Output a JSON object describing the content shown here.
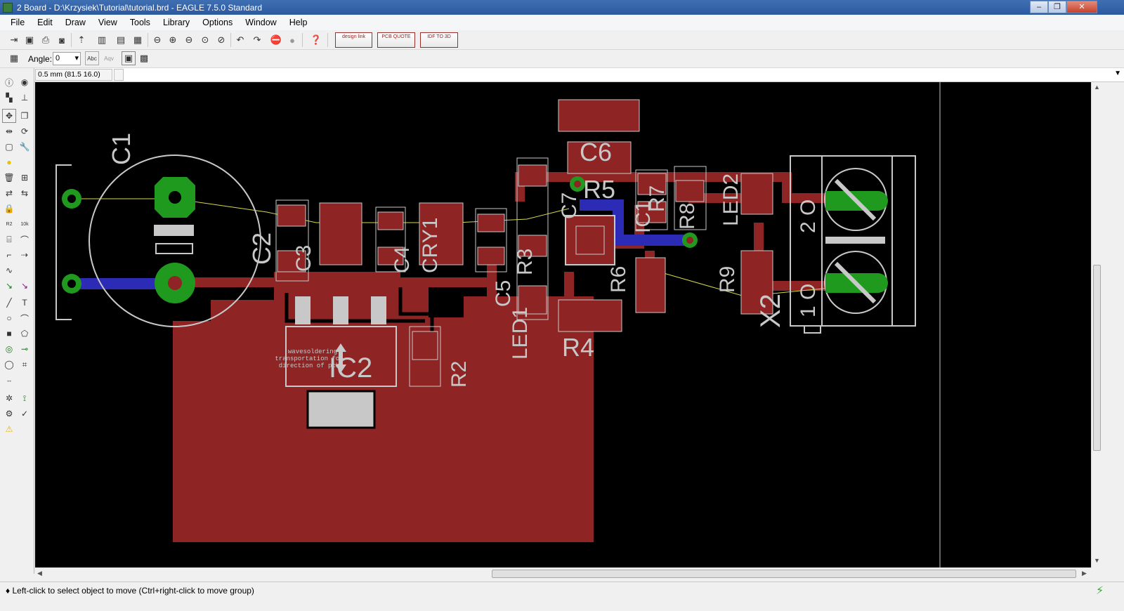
{
  "window": {
    "title": "2 Board - D:\\Krzysiek\\Tutorial\\tutorial.brd - EAGLE 7.5.0 Standard",
    "controls": [
      "minimize",
      "maximize",
      "close"
    ]
  },
  "menu": [
    "File",
    "Edit",
    "Draw",
    "View",
    "Tools",
    "Library",
    "Options",
    "Window",
    "Help"
  ],
  "toolbar": {
    "buttons": [
      "open-icon",
      "save-icon",
      "print-icon",
      "cam-icon",
      "script-icon",
      "ulp-icon",
      "sch-icon",
      "brd-icon",
      "zoom-fit-icon",
      "zoom-in-icon",
      "zoom-out-icon",
      "zoom-select-icon",
      "zoom-prev-icon",
      "undo-icon",
      "redo-icon",
      "stop-icon",
      "go-icon",
      "help-icon"
    ],
    "ext": [
      {
        "label": "design link",
        "name": "designlink"
      },
      {
        "label": "PCB QUOTE",
        "name": "pcb-quote"
      },
      {
        "label": "IDF TO 3D",
        "name": "idf-to-3d"
      }
    ]
  },
  "params": {
    "angle_label": "Angle:",
    "angle_value": "0"
  },
  "command": {
    "coord": "0.5 mm (81.5 16.0)",
    "value": ""
  },
  "board": {
    "labels": [
      {
        "text": "C1"
      },
      {
        "text": "C2"
      },
      {
        "text": "C3"
      },
      {
        "text": "C4"
      },
      {
        "text": "CRY1"
      },
      {
        "text": "C5"
      },
      {
        "text": "LED1"
      },
      {
        "text": "R3"
      },
      {
        "text": "C6"
      },
      {
        "text": "C7"
      },
      {
        "text": "R5"
      },
      {
        "text": "IC1"
      },
      {
        "text": "R6"
      },
      {
        "text": "R7"
      },
      {
        "text": "R8"
      },
      {
        "text": "LED2"
      },
      {
        "text": "R9"
      },
      {
        "text": "R4"
      },
      {
        "text": "R2"
      },
      {
        "text": "IC2"
      },
      {
        "text": "X2"
      },
      {
        "text": "2 O"
      },
      {
        "text": "1 O"
      }
    ],
    "note_lines": [
      "wavesoldering",
      "transportation for",
      "direction of pcb"
    ],
    "colors": {
      "top_copper": "#8f2424",
      "bottom_copper": "#2b2bb5",
      "pad": "#1f9a1f",
      "silk": "#c8c8c8",
      "airwire": "#d8d84a"
    }
  },
  "status": {
    "message": "Left-click to select object to move (Ctrl+right-click to move group)"
  }
}
